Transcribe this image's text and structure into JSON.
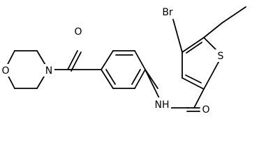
{
  "molecule": {
    "atom_labels": {
      "bromine": "Br",
      "sulfur": "S",
      "amide_oxygen": "O",
      "amide_nitrogen": "NH",
      "ketone_oxygen": "O",
      "morpholine_nitrogen": "N",
      "morpholine_oxygen": "O"
    }
  }
}
